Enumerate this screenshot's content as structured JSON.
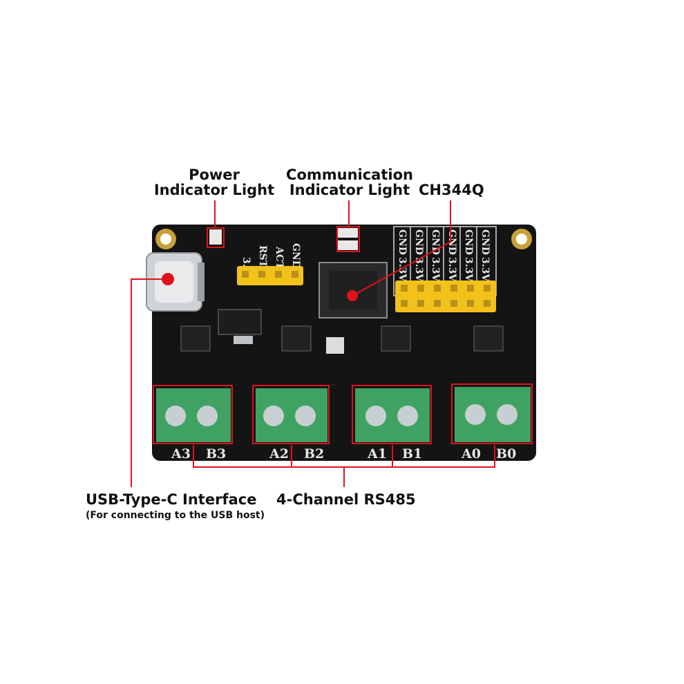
{
  "callouts": {
    "power_line1": "Power",
    "power_line2": "Indicator Light",
    "comm_line1": "Communication",
    "comm_line2": "Indicator Light",
    "chip": "CH344Q",
    "usb_title": "USB-Type-C Interface",
    "usb_sub": "(For connecting to the USB host)",
    "rs485": "4-Channel RS485"
  },
  "terminals": [
    {
      "a": "A3",
      "b": "B3"
    },
    {
      "a": "A2",
      "b": "B2"
    },
    {
      "a": "A1",
      "b": "B1"
    },
    {
      "a": "A0",
      "b": "B0"
    }
  ],
  "header_left_labels": [
    "3.3V",
    "RST",
    "ACT",
    "GND"
  ],
  "header_right_labels_top": [
    "GND",
    "GND",
    "GND",
    "GND",
    "GND",
    "GND"
  ],
  "header_right_labels_bottom": [
    "3.3V",
    "3.3V",
    "3.3V",
    "3.3V",
    "3.3V",
    "3.3V"
  ],
  "colors": {
    "board": "#141414",
    "annotation": "#e0121c",
    "terminal": "#3fa262",
    "header_pin": "#f2c21b",
    "gold_pad": "#c9a13a"
  }
}
